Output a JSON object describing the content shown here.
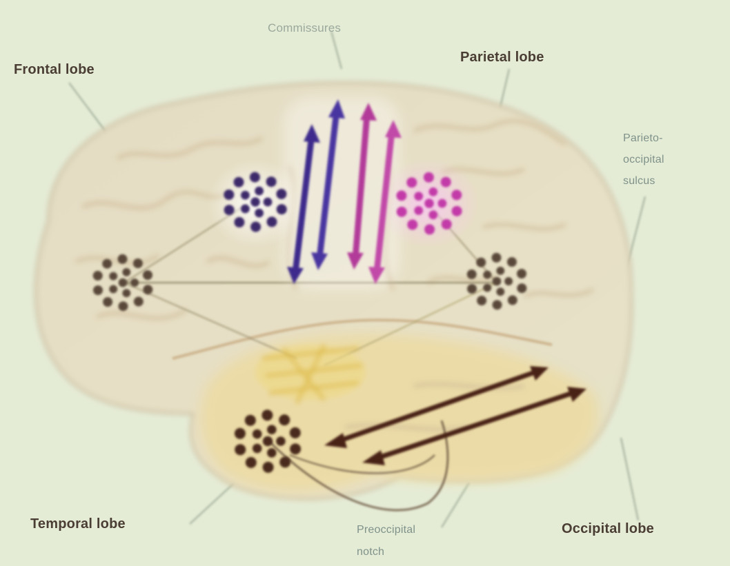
{
  "labels": {
    "frontal": "Frontal lobe",
    "parietal": "Parietal lobe",
    "temporal": "Temporal lobe",
    "occipital": "Occipital lobe",
    "commissure": "Commissures",
    "parieto_occipital": [
      "Parieto-",
      "occipital",
      "sulcus"
    ],
    "preoccipital": [
      "Preoccipital",
      "notch"
    ]
  },
  "colors": {
    "background": "#e5ecd6",
    "brain_outline": "#c7b597",
    "temporal_fill": "#ecdca8",
    "label_text": "#4a3d33",
    "node_dark": "#5a4a3a",
    "node_purple": "#3e2a6b",
    "node_magenta": "#c23aa8",
    "node_brown": "#4a2a1a",
    "arrow_purple": "#3d2b8c",
    "arrow_magenta": "#b23a9a",
    "arrow_brown": "#4a2414",
    "yellow_cluster": "#e2c24a"
  }
}
